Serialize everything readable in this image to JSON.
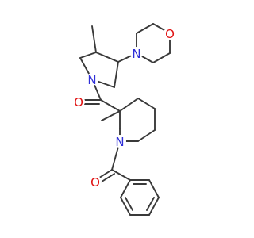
{
  "colors": {
    "background": "#ffffff",
    "bond": "#3a3a3a",
    "nitrogen": "#2f2fd8",
    "oxygen": "#e01010"
  },
  "atoms": {
    "morpholine_oxygen": "O",
    "morpholine_nitrogen": "N",
    "pyrrolidine_nitrogen": "N",
    "amide_oxygen_upper": "O",
    "piperidine_nitrogen": "N",
    "amide_oxygen_lower": "O"
  }
}
